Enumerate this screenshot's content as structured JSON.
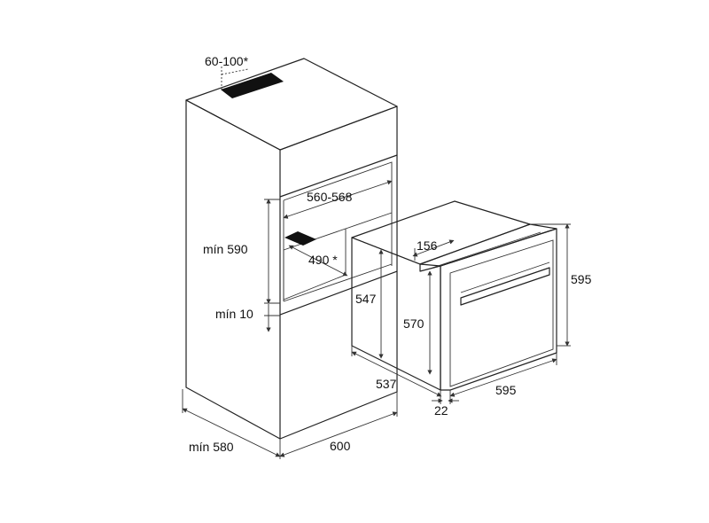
{
  "colors": {
    "line": "#222222",
    "fill": "#111111",
    "background": "#ffffff"
  },
  "labels": {
    "vent_opening": "60-100*",
    "niche_width": "560-568",
    "niche_min_height": "mín 590",
    "niche_depth": "490 *",
    "gap_min": "mín 10",
    "cabinet_min_depth": "mín 580",
    "cabinet_width": "600",
    "oven_body_height": "547",
    "oven_inner_height": "570",
    "oven_top_depth": "156",
    "oven_total_height": "595",
    "oven_depth": "537",
    "oven_width": "595",
    "front_thickness": "22"
  }
}
